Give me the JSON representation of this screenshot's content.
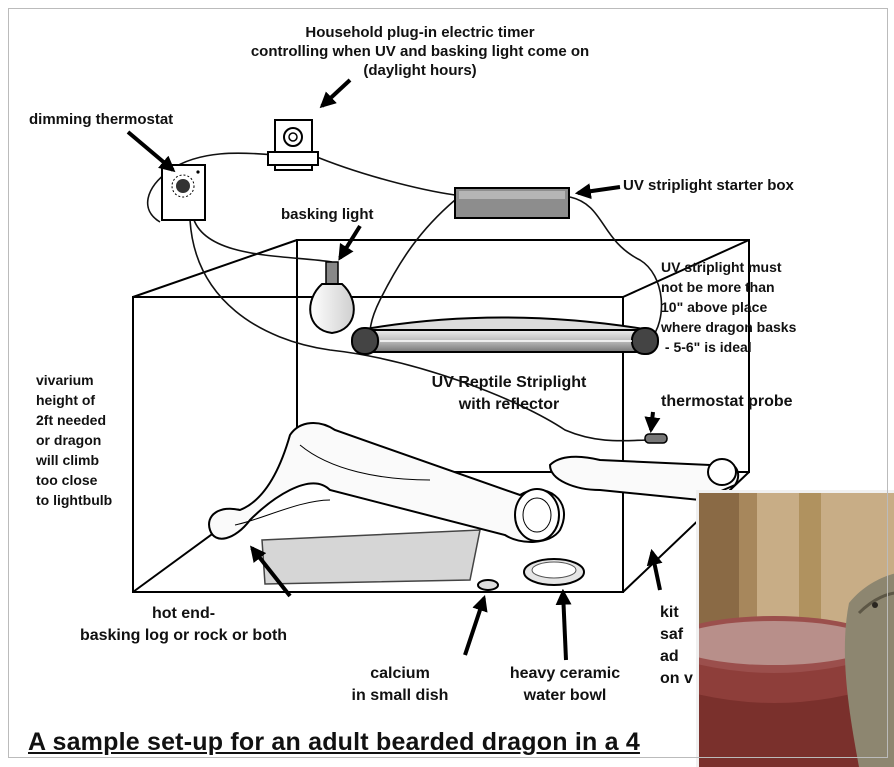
{
  "labels": {
    "timer": "Household plug-in electric timer\ncontrolling when UV and basking light come on\n(daylight hours)",
    "dimming_thermostat": "dimming thermostat",
    "starter_box": "UV striplight starter box",
    "basking_light": "basking light",
    "striplight_note": "UV striplight must\nnot be more than\n10\" above place\nwhere dragon basks\n - 5-6\" is ideal",
    "vivarium_height": "vivarium\nheight of\n2ft needed\nor dragon\nwill climb\ntoo close\nto lightbulb",
    "uv_striplight": "UV Reptile Striplight\nwith reflector",
    "thermostat_probe": "thermostat probe",
    "hot_end": "hot end-\nbasking log or rock or both",
    "calcium": "calcium\nin small dish",
    "water_bowl": "heavy ceramic\nwater bowl",
    "kitchen_partial": "kit\nsaf\nad\non v"
  },
  "caption": "A sample set-up for an adult bearded dragon in a 4"
}
